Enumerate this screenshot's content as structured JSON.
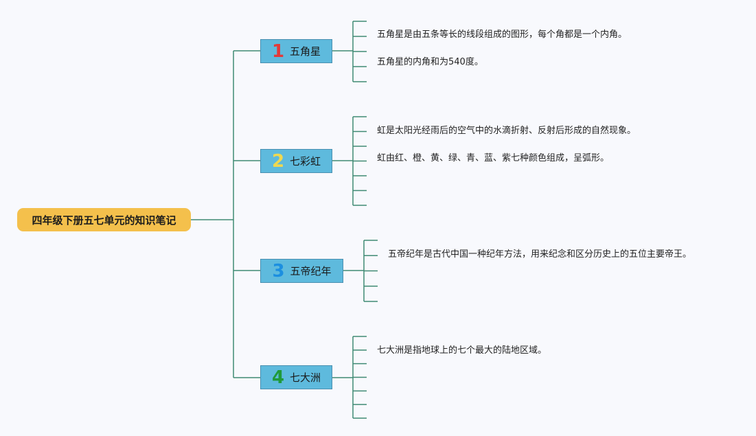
{
  "root": {
    "label": "四年级下册五七单元的知识笔记"
  },
  "branches": [
    {
      "number": "1",
      "number_color": "#e23a3a",
      "label": "五角星",
      "notes": [
        "五角星是由五条等长的线段组成的图形，每个角都是一个内角。",
        "五角星的内角和为540度。"
      ]
    },
    {
      "number": "2",
      "number_color": "#f0d850",
      "label": "七彩虹",
      "notes": [
        "虹是太阳光经雨后的空气中的水滴折射、反射后形成的自然现象。",
        "虹由红、橙、黄、绿、青、蓝、紫七种颜色组成，呈弧形。"
      ]
    },
    {
      "number": "3",
      "number_color": "#1c8fe0",
      "label": "五帝纪年",
      "notes": [
        "五帝纪年是古代中国一种纪年方法，用来纪念和区分历史上的五位主要帝王。"
      ]
    },
    {
      "number": "4",
      "number_color": "#1f9a3a",
      "label": "七大洲",
      "notes": [
        "七大洲是指地球上的七个最大的陆地区域。"
      ]
    }
  ],
  "colors": {
    "line": "#3f8a73",
    "root_bg": "#f4c04c",
    "branch_bg": "#5ebadd"
  }
}
